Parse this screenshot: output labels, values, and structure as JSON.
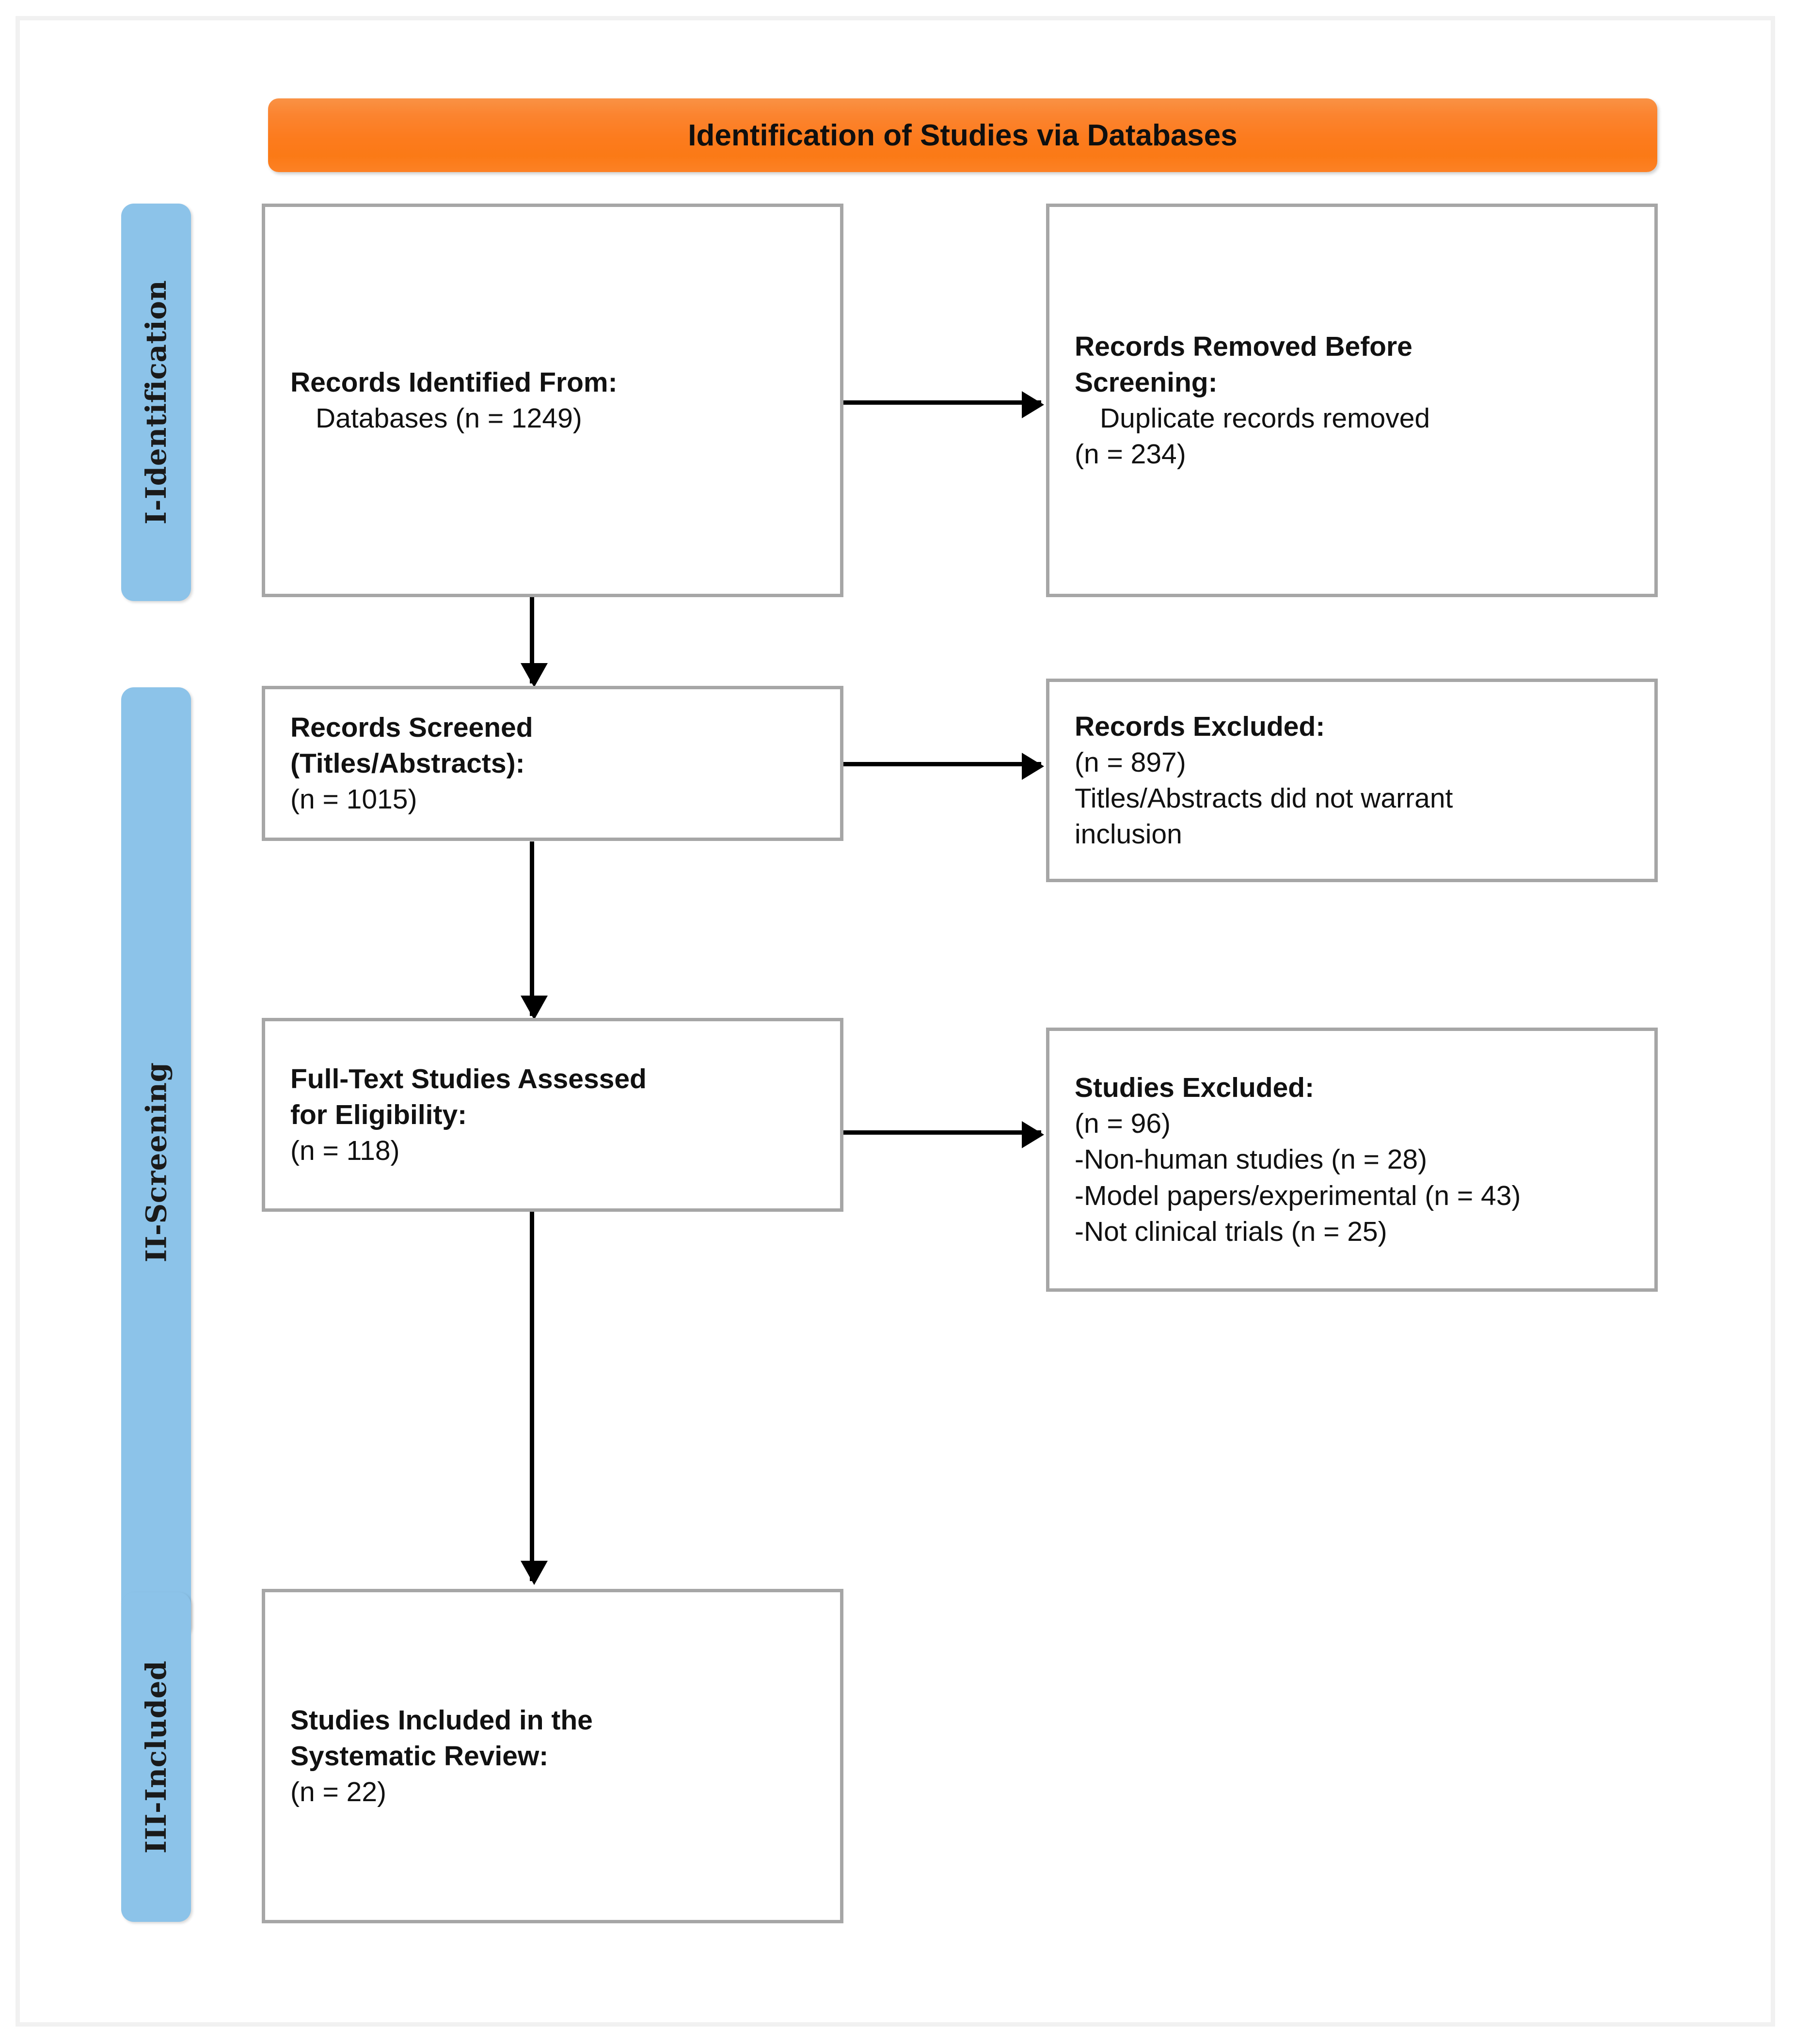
{
  "frame": {
    "border_color": "#f1f1f1"
  },
  "banner": {
    "title": "Identification of Studies via Databases",
    "gradient_from": "#fa9245",
    "gradient_to": "#fd8125"
  },
  "stages": [
    {
      "id": "identification",
      "label": "I-Identification",
      "color": "#8cc3e9"
    },
    {
      "id": "screening",
      "label": "II-Screening",
      "color": "#8cc3e9"
    },
    {
      "id": "included",
      "label": "III-Included",
      "color": "#8cc3e9"
    }
  ],
  "boxes": {
    "records_identified": {
      "lines": [
        {
          "text": "Records Identified From:",
          "bold": true,
          "indent": false
        },
        {
          "text": "Databases (n = 1249)",
          "bold": false,
          "indent": true
        }
      ]
    },
    "records_removed": {
      "lines": [
        {
          "text": "Records Removed Before",
          "bold": true,
          "indent": false
        },
        {
          "text": "Screening:",
          "bold": true,
          "indent": false
        },
        {
          "text": "Duplicate records removed",
          "bold": false,
          "indent": true
        },
        {
          "text": "(n = 234)",
          "bold": false,
          "indent": false
        }
      ]
    },
    "records_screened": {
      "lines": [
        {
          "text": "Records Screened",
          "bold": true,
          "indent": false
        },
        {
          "text": "(Titles/Abstracts):",
          "bold": true,
          "indent": false
        },
        {
          "text": "(n = 1015)",
          "bold": false,
          "indent": false
        }
      ]
    },
    "records_excluded": {
      "lines": [
        {
          "text": "Records Excluded:",
          "bold": true,
          "indent": false
        },
        {
          "text": "(n = 897)",
          "bold": false,
          "indent": false
        },
        {
          "text": "Titles/Abstracts did not warrant",
          "bold": false,
          "indent": false
        },
        {
          "text": "inclusion",
          "bold": false,
          "indent": false
        }
      ]
    },
    "full_text_assessed": {
      "lines": [
        {
          "text": "Full-Text Studies Assessed",
          "bold": true,
          "indent": false
        },
        {
          "text": "for Eligibility:",
          "bold": true,
          "indent": false
        },
        {
          "text": "(n = 118)",
          "bold": false,
          "indent": false
        }
      ]
    },
    "studies_excluded": {
      "lines": [
        {
          "text": "Studies Excluded:",
          "bold": true,
          "indent": false
        },
        {
          "text": "(n = 96)",
          "bold": false,
          "indent": false
        },
        {
          "text": "-Non-human studies (n = 28)",
          "bold": false,
          "indent": false
        },
        {
          "text": "-Model papers/experimental (n = 43)",
          "bold": false,
          "indent": false
        },
        {
          "text": "-Not clinical trials (n = 25)",
          "bold": false,
          "indent": false
        }
      ]
    },
    "studies_included": {
      "lines": [
        {
          "text": "Studies Included in the",
          "bold": true,
          "indent": false
        },
        {
          "text": "Systematic Review:",
          "bold": true,
          "indent": false
        },
        {
          "text": "(n = 22)",
          "bold": false,
          "indent": false
        }
      ]
    }
  },
  "chart_data": {
    "type": "diagram",
    "title": "Identification of Studies via Databases",
    "diagram_kind": "PRISMA flow diagram",
    "stages": [
      "I-Identification",
      "II-Screening",
      "III-Included"
    ],
    "nodes": [
      {
        "id": "records_identified",
        "stage": "I-Identification",
        "label": "Records Identified From: Databases",
        "n": 1249
      },
      {
        "id": "records_removed",
        "stage": "I-Identification",
        "label": "Records Removed Before Screening: Duplicate records removed",
        "n": 234
      },
      {
        "id": "records_screened",
        "stage": "II-Screening",
        "label": "Records Screened (Titles/Abstracts)",
        "n": 1015
      },
      {
        "id": "records_excluded",
        "stage": "II-Screening",
        "label": "Records Excluded: Titles/Abstracts did not warrant inclusion",
        "n": 897
      },
      {
        "id": "full_text_assessed",
        "stage": "II-Screening",
        "label": "Full-Text Studies Assessed for Eligibility",
        "n": 118
      },
      {
        "id": "studies_excluded",
        "stage": "II-Screening",
        "label": "Studies Excluded",
        "n": 96,
        "reasons": [
          {
            "label": "Non-human studies",
            "n": 28
          },
          {
            "label": "Model papers/experimental",
            "n": 43
          },
          {
            "label": "Not clinical trials",
            "n": 25
          }
        ]
      },
      {
        "id": "studies_included",
        "stage": "III-Included",
        "label": "Studies Included in the Systematic Review",
        "n": 22
      }
    ],
    "edges": [
      {
        "from": "records_identified",
        "to": "records_removed",
        "direction": "right"
      },
      {
        "from": "records_identified",
        "to": "records_screened",
        "direction": "down"
      },
      {
        "from": "records_screened",
        "to": "records_excluded",
        "direction": "right"
      },
      {
        "from": "records_screened",
        "to": "full_text_assessed",
        "direction": "down"
      },
      {
        "from": "full_text_assessed",
        "to": "studies_excluded",
        "direction": "right"
      },
      {
        "from": "full_text_assessed",
        "to": "studies_included",
        "direction": "down"
      }
    ]
  }
}
